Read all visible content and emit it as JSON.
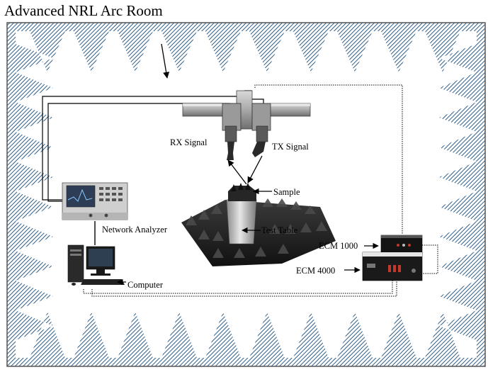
{
  "title": "Advanced NRL Arc Room",
  "labels": {
    "rx_signal": "RX Signal",
    "tx_signal": "TX Signal",
    "sample": "Sample",
    "network_analyzer": "Network Analyzer",
    "test_table": "Test Table",
    "ecm_1000": "ECM 1000",
    "ecm_4000": "ECM 4000",
    "computer": "Computer"
  },
  "colors": {
    "absorber_hatch": "#2f5f8a",
    "frame": "#555555",
    "wire": "#000000",
    "foam": "#1e1e1e"
  }
}
